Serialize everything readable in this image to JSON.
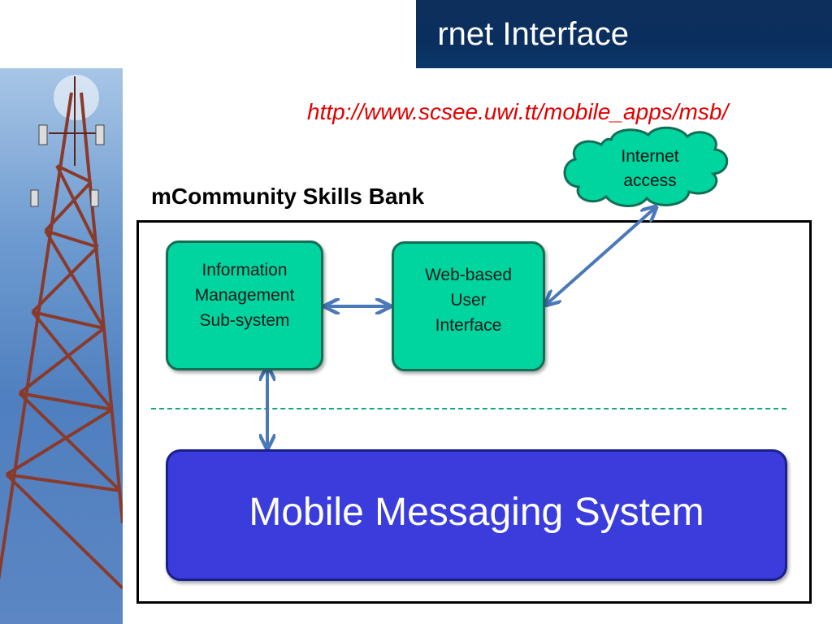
{
  "header": {
    "title": "rnet Interface"
  },
  "link": {
    "url": "http://www.scsee.uwi.tt/mobile_apps/msb/"
  },
  "diagram": {
    "system_title": "mCommunity Skills Bank",
    "cloud": {
      "line1": "Internet",
      "line2": "access"
    },
    "ims_box": {
      "line1": "Information",
      "line2": "Management",
      "line3": "Sub-system"
    },
    "web_box": {
      "line1": "Web-based",
      "line2": "User",
      "line3": "Interface"
    },
    "mobile_box": {
      "label": "Mobile Messaging System"
    }
  },
  "colors": {
    "title_bar": "#0a2f5e",
    "url": "#e00000",
    "green_box": "#00d49f",
    "mobile_box": "#3a3cdc",
    "arrow": "#4a78b8",
    "dashed_line": "#13a882"
  },
  "icons": [
    "tower-photo"
  ]
}
